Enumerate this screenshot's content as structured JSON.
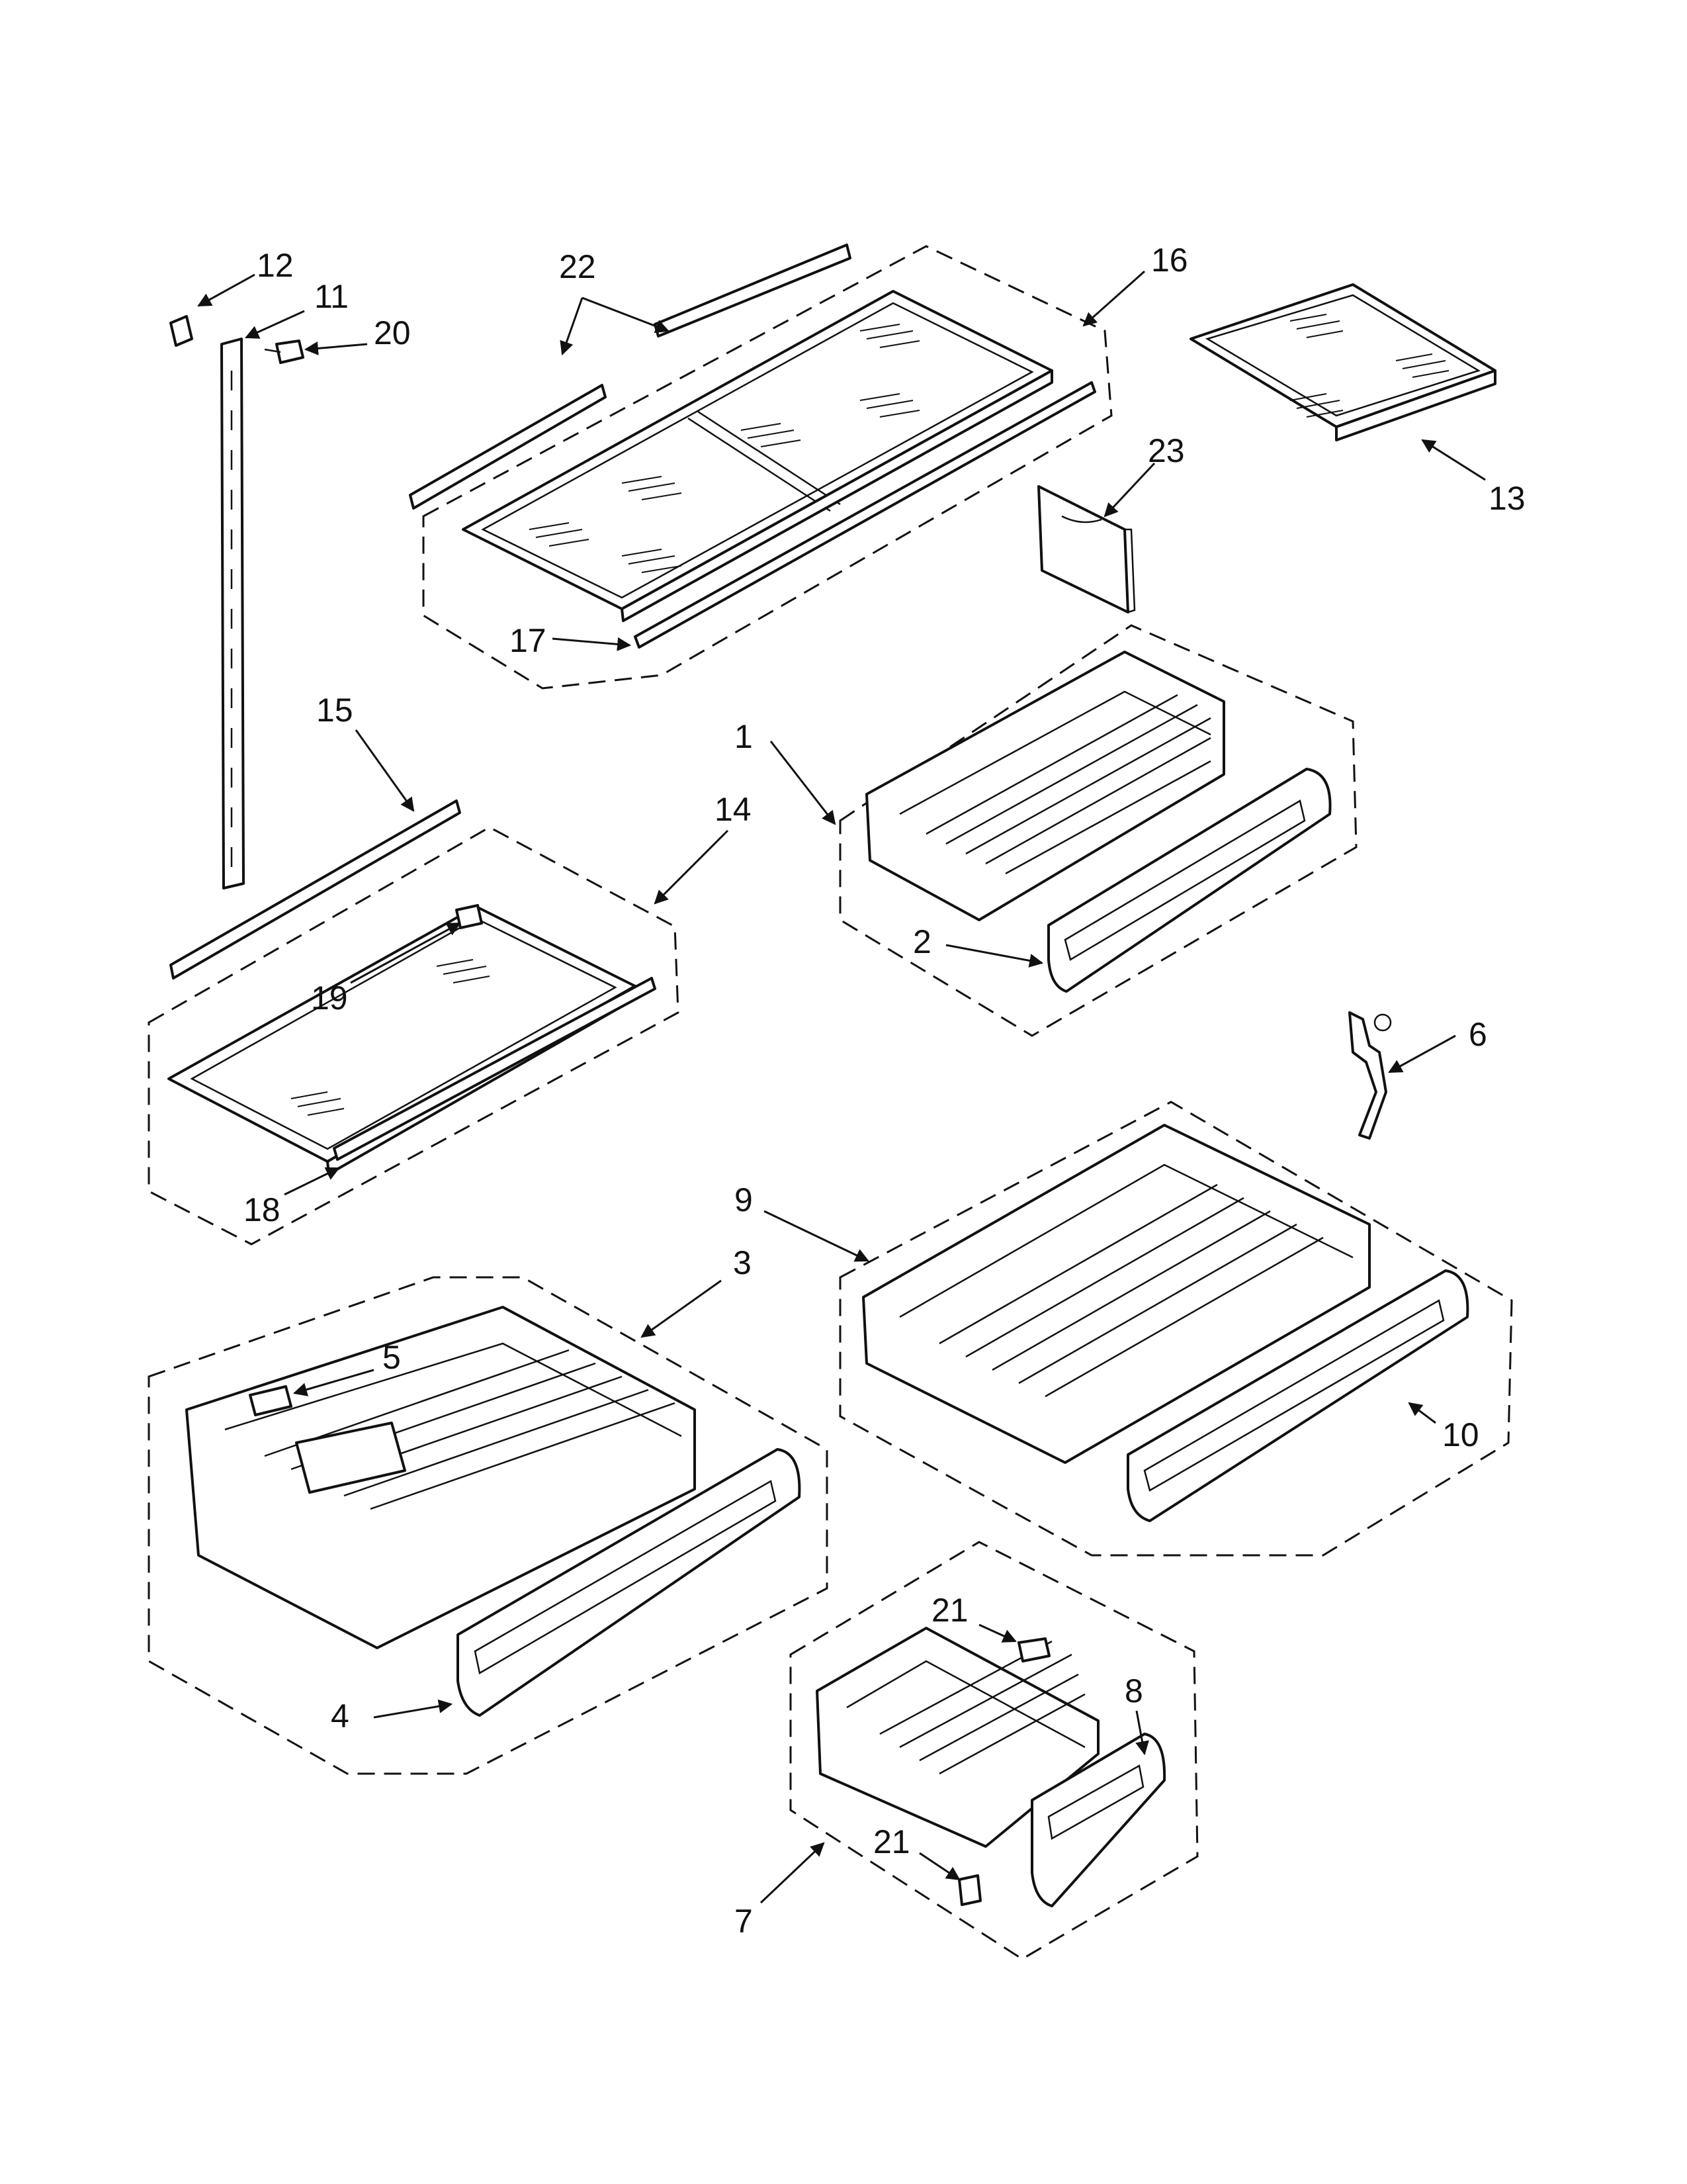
{
  "diagram": {
    "callouts": [
      "1",
      "2",
      "3",
      "4",
      "5",
      "6",
      "7",
      "8",
      "9",
      "10",
      "11",
      "12",
      "13",
      "14",
      "15",
      "16",
      "17",
      "18",
      "19",
      "20",
      "21",
      "22",
      "23"
    ],
    "second_21": "21",
    "colors": {
      "ink": "#111111",
      "paper": "#ffffff"
    }
  }
}
